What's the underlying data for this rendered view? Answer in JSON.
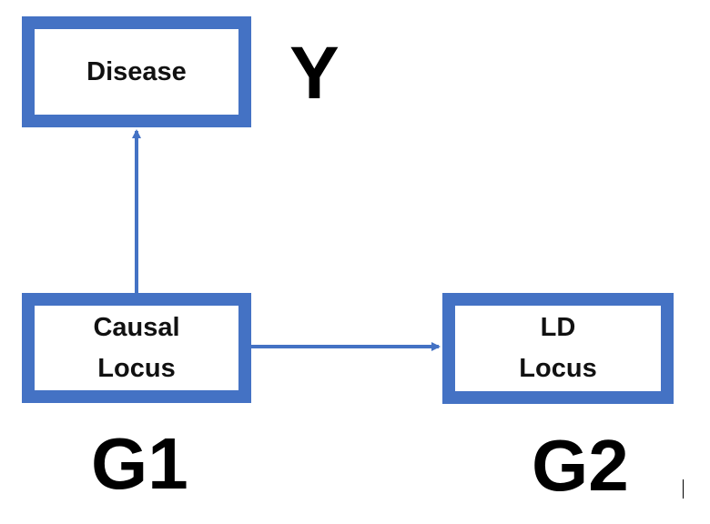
{
  "colors": {
    "node_border": "#4472C4",
    "arrow": "#4472C4",
    "text": "#000000"
  },
  "nodes": {
    "disease": {
      "label": "Disease",
      "var": "Y"
    },
    "causal": {
      "line1": "Causal",
      "line2": "Locus",
      "var": "G1"
    },
    "ld": {
      "line1": "LD",
      "line2": "Locus",
      "var": "G2"
    }
  },
  "edges": [
    {
      "from": "causal",
      "to": "disease"
    },
    {
      "from": "causal",
      "to": "ld"
    }
  ]
}
